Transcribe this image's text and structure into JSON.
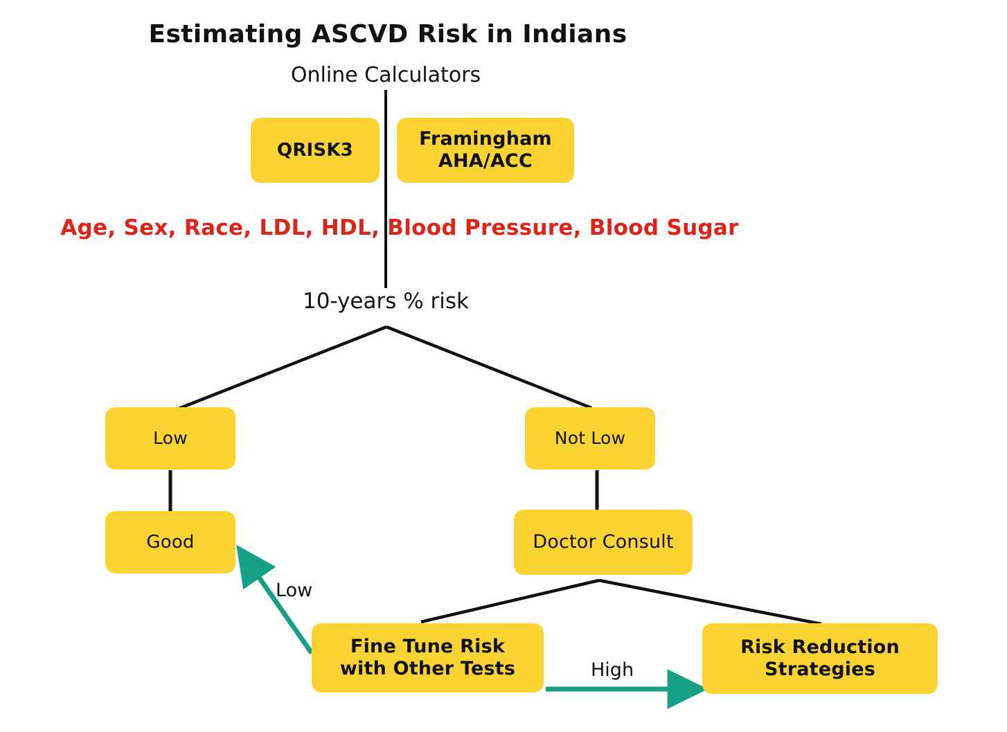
{
  "page": {
    "title": "Estimating ASCVD Risk in Indians",
    "subtitle": "Online Calculators",
    "risk_factors": "Age, Sex, Race, LDL, HDL, Blood Pressure, Blood Sugar",
    "outcome": "10-years % risk"
  },
  "colors": {
    "node_fill": "#fbd433",
    "node_text": "#111111",
    "risk_factor_text": "#dd2418",
    "edge_line": "#111111",
    "arrow_green": "#16a085",
    "background": "#ffffff"
  },
  "nodes": {
    "qrisk3": "QRISK3",
    "framingham": "Framingham\nAHA/ACC",
    "framingham_line1": "Framingham",
    "framingham_line2": "AHA/ACC",
    "low": "Low",
    "not_low": "Not Low",
    "good": "Good",
    "doctor_consult": "Doctor Consult",
    "fine_tune_line1": "Fine Tune Risk",
    "fine_tune_line2": "with Other Tests",
    "risk_reduction_line1": "Risk Reduction",
    "risk_reduction_line2": "Strategies"
  },
  "edge_labels": {
    "low": "Low",
    "high": "High"
  },
  "flow": {
    "type": "flowchart",
    "edges": [
      {
        "from": "Online Calculators",
        "to": "10-years % risk",
        "label": "",
        "style": "line"
      },
      {
        "from": "10-years % risk",
        "to": "Low",
        "label": "",
        "style": "line"
      },
      {
        "from": "10-years % risk",
        "to": "Not Low",
        "label": "",
        "style": "line"
      },
      {
        "from": "Low",
        "to": "Good",
        "label": "",
        "style": "line"
      },
      {
        "from": "Not Low",
        "to": "Doctor Consult",
        "label": "",
        "style": "line"
      },
      {
        "from": "Doctor Consult",
        "to": "Fine Tune Risk with Other Tests",
        "label": "",
        "style": "line"
      },
      {
        "from": "Doctor Consult",
        "to": "Risk Reduction Strategies",
        "label": "",
        "style": "line"
      },
      {
        "from": "Fine Tune Risk with Other Tests",
        "to": "Good",
        "label": "Low",
        "style": "green-arrow"
      },
      {
        "from": "Fine Tune Risk with Other Tests",
        "to": "Risk Reduction Strategies",
        "label": "High",
        "style": "green-arrow"
      }
    ]
  }
}
